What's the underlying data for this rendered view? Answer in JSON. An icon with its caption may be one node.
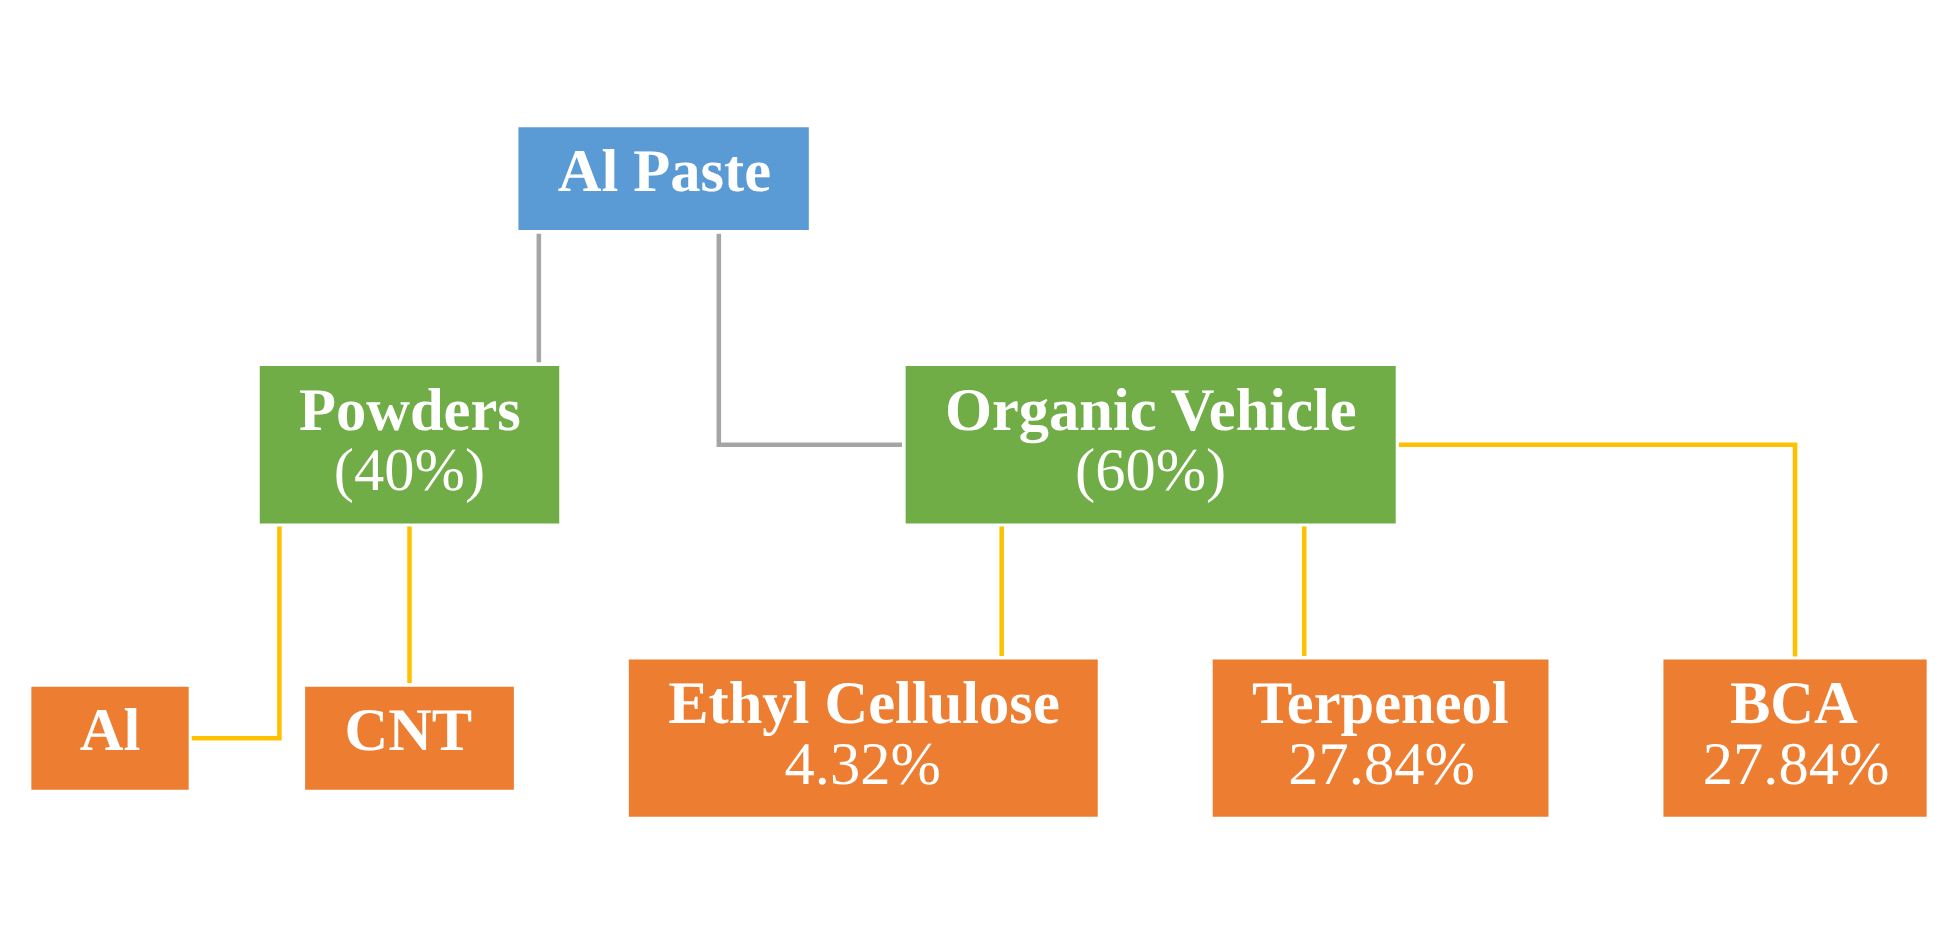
{
  "diagram": {
    "nodes": [
      {
        "text": [
          "Al Paste"
        ]
      },
      {
        "text": [
          "Powders",
          "(40%)"
        ]
      },
      {
        "text": [
          "Organic Vehicle",
          "(60%)"
        ]
      },
      {
        "text": [
          "Al"
        ]
      },
      {
        "text": [
          "CNT"
        ]
      },
      {
        "text": [
          "Ethyl Cellulose",
          "4.32%"
        ]
      },
      {
        "text": [
          "Terpeneol",
          "27.84%"
        ]
      },
      {
        "text": [
          "BCA",
          "27.84%"
        ]
      }
    ],
    "edges": [
      {
        "from": 0,
        "to": 1,
        "arrow": "none",
        "color": "#a5a5a5"
      },
      {
        "from": 0,
        "to": 2,
        "arrow": "none",
        "color": "#a5a5a5"
      },
      {
        "from": 1,
        "to": 3,
        "arrow": "none"
      },
      {
        "from": 1,
        "to": 4,
        "arrow": "none"
      },
      {
        "from": 2,
        "to": 5,
        "arrow": "none"
      },
      {
        "from": 2,
        "to": 6,
        "arrow": "none"
      },
      {
        "from": 2,
        "to": 7,
        "arrow": "none"
      }
    ]
  }
}
